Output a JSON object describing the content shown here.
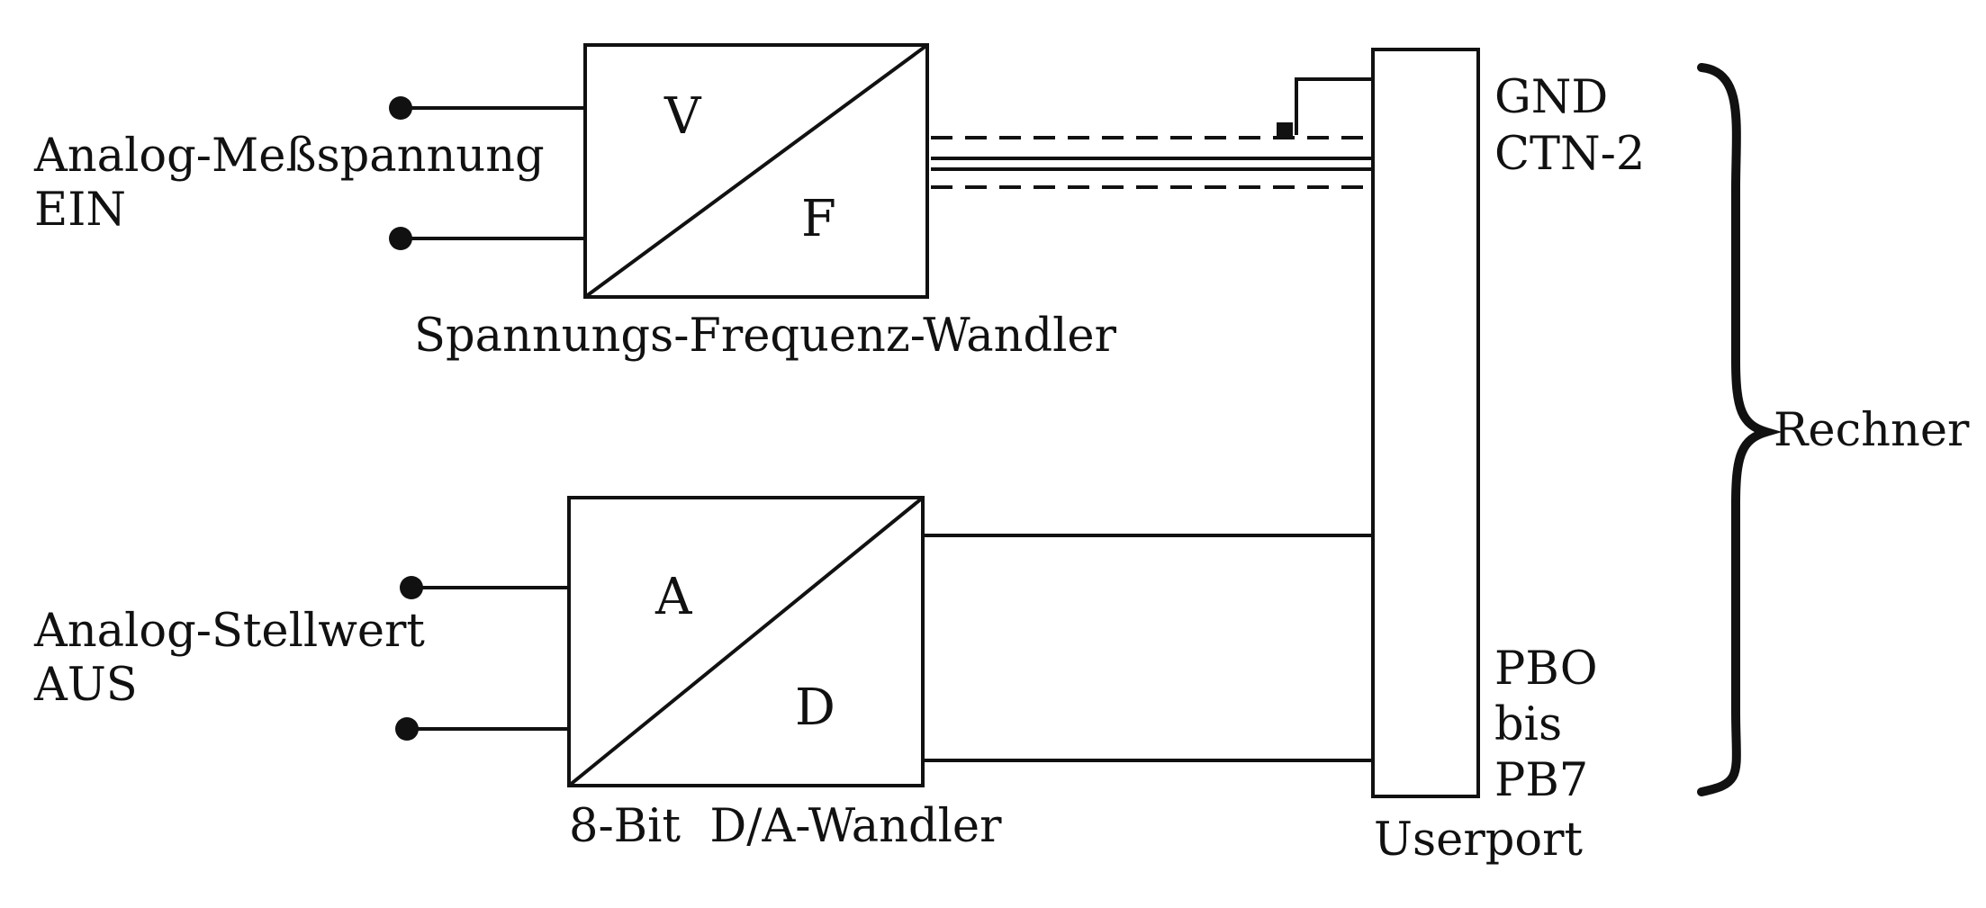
{
  "diagram": {
    "inputs": {
      "analog_in": [
        "Analog-Meßspannung",
        "EIN"
      ],
      "analog_out": [
        "Analog-Stellwert",
        "AUS"
      ]
    },
    "vf_converter": {
      "top_letter": "V",
      "bottom_letter": "F",
      "caption": "Spannungs-Frequenz-Wandler"
    },
    "da_converter": {
      "top_letter": "A",
      "bottom_letter": "D",
      "caption": "8-Bit  D/A-Wandler"
    },
    "userport": {
      "caption": "Userport",
      "pins_top": [
        "GND",
        "CTN-2"
      ],
      "pins_bottom": [
        "PBO",
        "bis",
        "PB7"
      ]
    },
    "computer": {
      "label": "Rechner"
    }
  }
}
